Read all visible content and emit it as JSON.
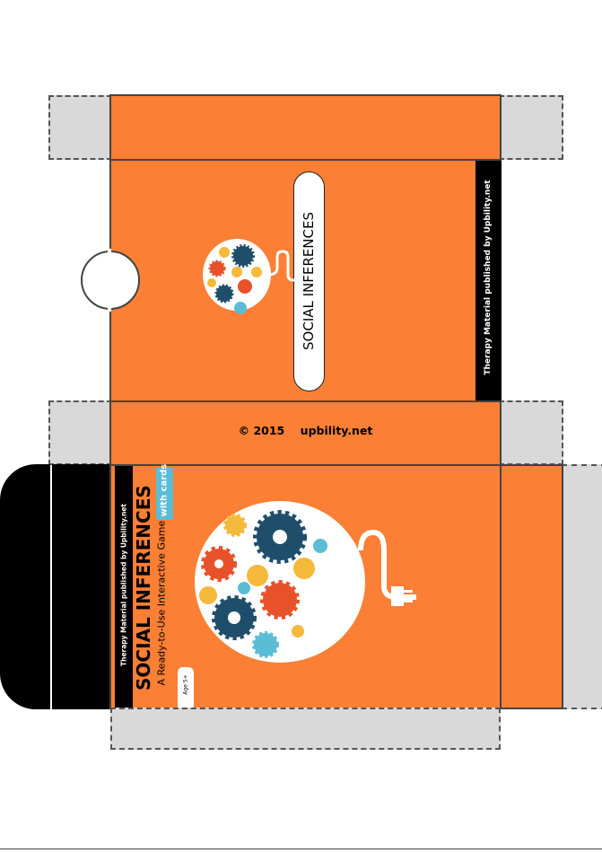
{
  "box_back": {
    "title": "SOCIAL INFERENCES",
    "side_strip": "Therapy Material published by Upbility.net"
  },
  "flap": {
    "copyright": "© 2015",
    "site": "upbility.net"
  },
  "box_front": {
    "strip": "Therapy Material published by Upbility.net",
    "title": "SOCIAL INFERENCES",
    "subtitle": "A Ready-to-Use Interactive Game",
    "badge": "with cards",
    "age": "Age 5+"
  },
  "colors": {
    "orange": "#fb7f34",
    "navy": "#1f4e6b",
    "red": "#e8522a",
    "yellow": "#f5b93b",
    "blue": "#5bbcd6"
  }
}
